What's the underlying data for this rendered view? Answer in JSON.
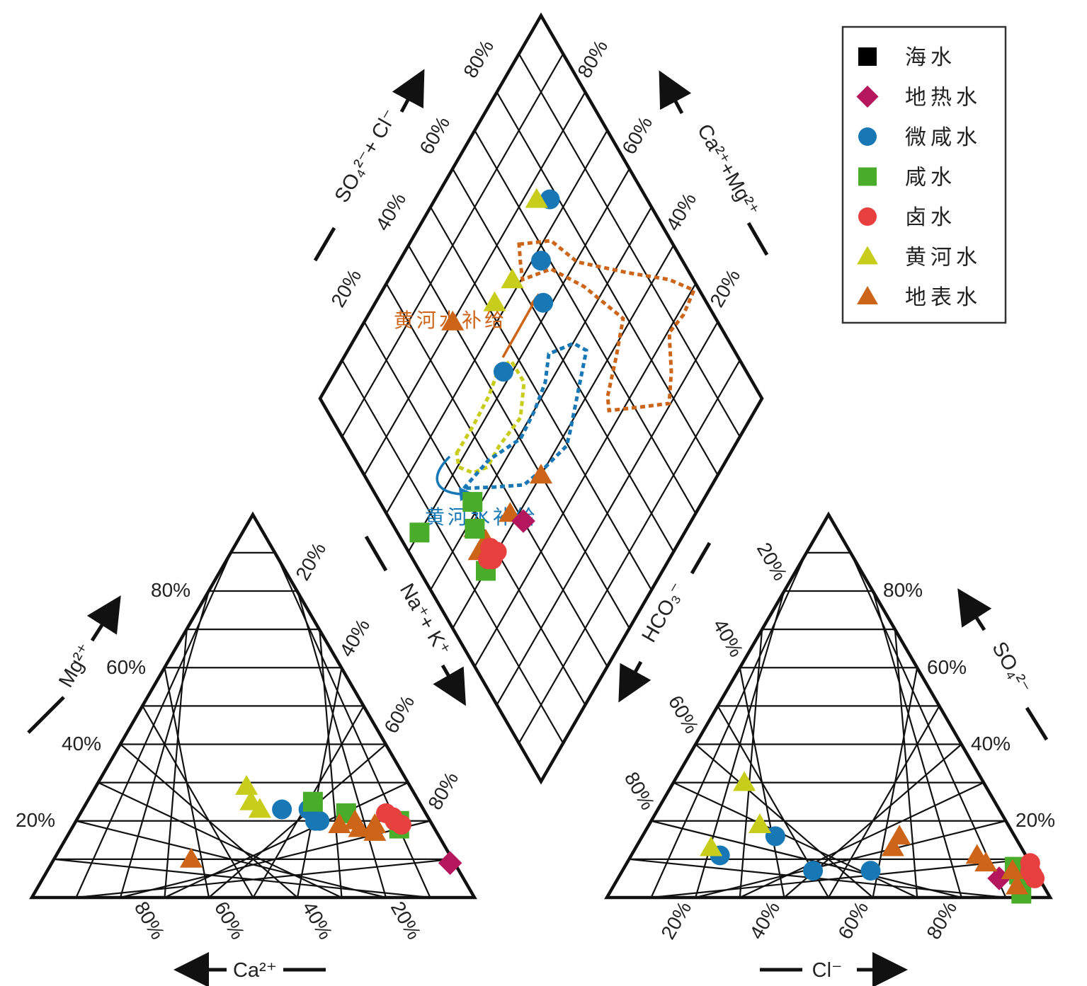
{
  "chart_data": {
    "type": "scatter",
    "legend_position": "top-right",
    "series": [
      {
        "name": "海水",
        "marker": "square",
        "color": "#000000",
        "points": []
      },
      {
        "name": "地热水",
        "marker": "diamond",
        "color": "#b5175f",
        "points": [
          {
            "Mg": 9,
            "Ca": 1,
            "Cl": 86,
            "SO4": 5
          }
        ]
      },
      {
        "name": "微咸水",
        "marker": "circle",
        "color": "#1878b6",
        "points": [
          {
            "Mg": 23,
            "Ca": 32,
            "Cl": 20,
            "SO4": 11
          },
          {
            "Mg": 23,
            "Ca": 26,
            "Cl": 30,
            "SO4": 16
          },
          {
            "Mg": 20,
            "Ca": 26,
            "Cl": 43,
            "SO4": 7
          },
          {
            "Mg": 20,
            "Ca": 25,
            "Cl": 56,
            "SO4": 7
          }
        ]
      },
      {
        "name": "咸水",
        "marker": "square",
        "color": "#4aac2b",
        "points": [
          {
            "Mg": 25,
            "Ca": 24,
            "Cl": 88,
            "SO4": 8
          },
          {
            "Mg": 22,
            "Ca": 18,
            "Cl": 90,
            "SO4": 6
          },
          {
            "Mg": 18,
            "Ca": 8,
            "Cl": 93,
            "SO4": 1
          },
          {
            "Mg": 20,
            "Ca": 7,
            "Cl": 88,
            "SO4": 8
          }
        ]
      },
      {
        "name": "卤水",
        "marker": "circle",
        "color": "#e8403f",
        "points": [
          {
            "Mg": 22,
            "Ca": 9,
            "Cl": 91,
            "SO4": 9
          },
          {
            "Mg": 21,
            "Ca": 8,
            "Cl": 92,
            "SO4": 7
          },
          {
            "Mg": 20,
            "Ca": 8,
            "Cl": 93,
            "SO4": 6
          },
          {
            "Mg": 19,
            "Ca": 7,
            "Cl": 94,
            "SO4": 5
          }
        ]
      },
      {
        "name": "黄河水",
        "marker": "triangle",
        "color": "#c8cc1a",
        "points": [
          {
            "Mg": 29,
            "Ca": 37,
            "Cl": 16,
            "SO4": 30
          },
          {
            "Mg": 25,
            "Ca": 38,
            "Cl": 25,
            "SO4": 19
          },
          {
            "Mg": 23,
            "Ca": 37,
            "Cl": 17,
            "SO4": 13
          }
        ]
      },
      {
        "name": "地表水",
        "marker": "triangle",
        "color": "#cc6518",
        "points": [
          {
            "Mg": 10,
            "Ca": 59,
            "Cl": 58,
            "SO4": 16
          },
          {
            "Mg": 19,
            "Ca": 21,
            "Cl": 58,
            "SO4": 13
          },
          {
            "Mg": 20,
            "Ca": 17,
            "Cl": 78,
            "SO4": 11
          },
          {
            "Mg": 18,
            "Ca": 17,
            "Cl": 81,
            "SO4": 9
          },
          {
            "Mg": 17,
            "Ca": 14,
            "Cl": 88,
            "SO4": 7
          },
          {
            "Mg": 19,
            "Ca": 13,
            "Cl": 91,
            "SO4": 3
          }
        ]
      }
    ],
    "diamond_points": [
      {
        "series": "地表水",
        "Na_K": 40,
        "HCO3": 80
      },
      {
        "series": "地表水",
        "Na_K": 18,
        "HCO3": 48
      },
      {
        "series": "地表水",
        "Na_K": 16,
        "HCO3": 44
      },
      {
        "series": "地表水",
        "Na_K": 19,
        "HCO3": 44
      },
      {
        "series": "地表水",
        "Na_K": 28,
        "HCO3": 42
      },
      {
        "series": "地表水",
        "Na_K": 40,
        "HCO3": 40
      },
      {
        "series": "咸水",
        "Na_K": 5,
        "HCO3": 60
      },
      {
        "series": "咸水",
        "Na_K": 15,
        "HCO3": 40
      },
      {
        "series": "咸水",
        "Na_K": 21,
        "HCO3": 52
      },
      {
        "series": "咸水",
        "Na_K": 18,
        "HCO3": 48
      },
      {
        "series": "卤水",
        "Na_K": 18,
        "HCO3": 40
      },
      {
        "series": "卤水",
        "Na_K": 17,
        "HCO3": 41
      },
      {
        "series": "卤水",
        "Na_K": 19,
        "HCO3": 42
      },
      {
        "series": "卤水",
        "Na_K": 20,
        "HCO3": 40
      },
      {
        "series": "地热水",
        "Na_K": 30,
        "HCO3": 38
      },
      {
        "series": "微咸水",
        "Na_K": 45,
        "HCO3": 62
      },
      {
        "series": "微咸水",
        "Na_K": 63,
        "HCO3": 62
      },
      {
        "series": "微咸水",
        "Na_K": 68,
        "HCO3": 68
      },
      {
        "series": "微咸水",
        "Na_K": 78,
        "HCO3": 74
      },
      {
        "series": "黄河水",
        "Na_K": 52,
        "HCO3": 73
      },
      {
        "series": "黄河水",
        "Na_K": 59,
        "HCO3": 72
      },
      {
        "series": "黄河水",
        "Na_K": 75,
        "HCO3": 77
      }
    ],
    "annotations": [
      {
        "text": "黄河水补给",
        "color": "#cc6518"
      },
      {
        "text": "黄河水补给",
        "color": "#1878b6"
      }
    ],
    "cation_triangle": {
      "axis_mg": "Mg²⁺",
      "axis_ca": "Ca²⁺",
      "axis_na": "Na⁺+ K⁺",
      "ticks_mg": [
        "20%",
        "40%",
        "60%",
        "80%"
      ],
      "ticks_ca": [
        "80%",
        "60%",
        "40%",
        "20%"
      ],
      "ticks_na": [
        "20%",
        "40%",
        "60%",
        "80%"
      ]
    },
    "anion_triangle": {
      "axis_so4": "SO₄²⁻",
      "axis_cl": "Cl⁻",
      "axis_hco3": "HCO₃⁻",
      "ticks_hco3": [
        "20%",
        "40%",
        "60%",
        "80%"
      ],
      "ticks_cl": [
        "20%",
        "40%",
        "60%",
        "80%"
      ],
      "ticks_so4": [
        "80%",
        "60%",
        "40%",
        "20%"
      ]
    },
    "diamond": {
      "axis_upper_left": "SO₄²⁻+ Cl⁻",
      "axis_upper_right": "Ca²⁺+Mg²⁺",
      "ticks_left": [
        "80%",
        "60%",
        "40%",
        "20%"
      ],
      "ticks_right": [
        "80%",
        "60%",
        "40%",
        "20%"
      ]
    }
  }
}
